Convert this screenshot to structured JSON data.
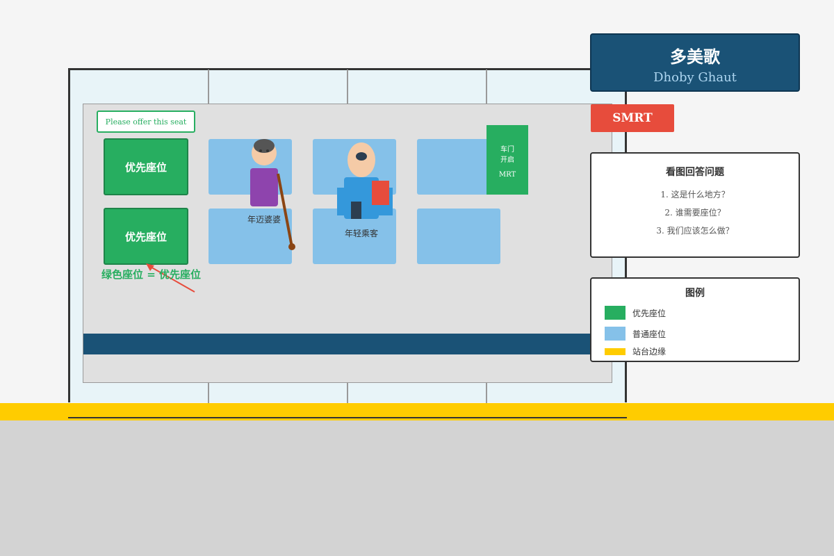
{
  "station": {
    "name_cn": "多美歌",
    "name_en": "Dhoby Ghaut"
  },
  "operator": {
    "label": "SMRT"
  },
  "train": {
    "offer_sign": "Please offer this seat",
    "priority_seats": [
      "优先座位",
      "优先座位"
    ],
    "door_panel": {
      "line1": "车门",
      "line2": "开启",
      "line3": "MRT"
    },
    "priority_note": "绿色座位 = 优先座位"
  },
  "people": {
    "elderly_label": "年迈婆婆",
    "young_label": "年轻乘客"
  },
  "questions": {
    "title": "看图回答问题",
    "items": [
      "1. 这是什么地方？",
      "2. 谁需要座位？",
      "3. 我们应该怎么做？"
    ]
  },
  "legend": {
    "title": "图例",
    "items": [
      {
        "label": "优先座位",
        "color": "#27ae60"
      },
      {
        "label": "普通座位",
        "color": "#85c1e9"
      },
      {
        "label": "站台边缘",
        "color": "#ffcc00"
      }
    ]
  },
  "colors": {
    "priority_green": "#27ae60",
    "regular_blue": "#85c1e9",
    "platform_yellow": "#ffcc00",
    "sign_navy": "#1a5276",
    "smrt_red": "#e74c3c"
  }
}
